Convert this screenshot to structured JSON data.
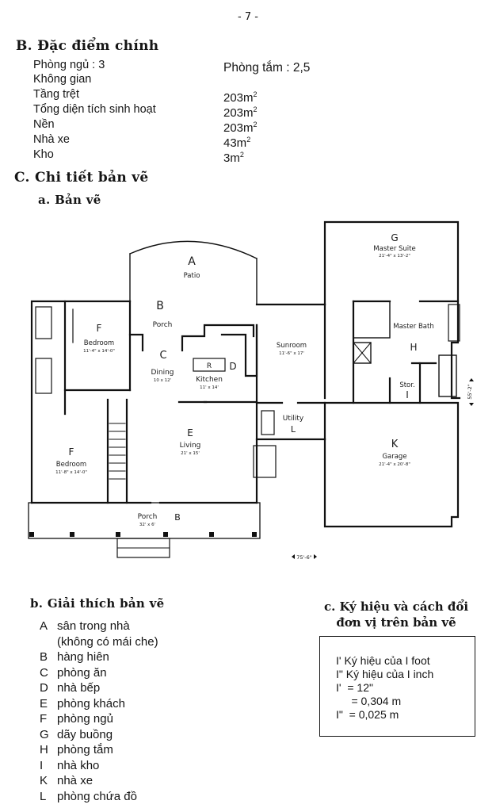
{
  "page_number": "- 7 -",
  "section_b": {
    "title": "B. Đặc điểm chính",
    "bedrooms": "Phòng ngủ : 3",
    "bathrooms": "Phòng tắm : 2,5",
    "space_label": "Không gian",
    "areas": [
      {
        "label": "Tầng trệt",
        "value": "203m",
        "unit_exp": "2"
      },
      {
        "label": "Tổng diện tích sinh hoạt",
        "value": "203m",
        "unit_exp": "2"
      },
      {
        "label": "Nền",
        "value": "203m",
        "unit_exp": "2"
      },
      {
        "label": "Nhà xe",
        "value": "43m",
        "unit_exp": "2"
      },
      {
        "label": "Kho",
        "value": "3m",
        "unit_exp": "2"
      }
    ]
  },
  "section_c": {
    "title": "C. Chi tiết bản vẽ",
    "sub_a": "a. Bản vẽ",
    "floor_plan": {
      "rooms": [
        {
          "letter": "A",
          "name": "Patio",
          "dims": ""
        },
        {
          "letter": "B",
          "name": "Porch",
          "dims": ""
        },
        {
          "letter": "F",
          "name": "Bedroom",
          "dims": "11'-4\" x 14'-0\""
        },
        {
          "letter": "C",
          "name": "Dining",
          "dims": "10 x 12'"
        },
        {
          "letter": "D",
          "name": "Kitchen",
          "dims": "11' x 14'"
        },
        {
          "letter": "",
          "name": "Sunroom",
          "dims": "11'-6\" x 17'"
        },
        {
          "letter": "G",
          "name": "Master Suite",
          "dims": "21'-4\" x 13'-2\""
        },
        {
          "letter": "H",
          "name": "Master Bath",
          "dims": ""
        },
        {
          "letter": "I",
          "name": "Stor.",
          "dims": ""
        },
        {
          "letter": "L",
          "name": "Utility",
          "dims": ""
        },
        {
          "letter": "E",
          "name": "Living",
          "dims": "21' x 15'"
        },
        {
          "letter": "F",
          "name": "Bedroom",
          "dims": "11'-8\" x 14'-0\""
        },
        {
          "letter": "K",
          "name": "Garage",
          "dims": "21'-4\" x 20'-8\""
        },
        {
          "letter": "B",
          "name": "Porch",
          "dims": "32' x 6'"
        }
      ],
      "range_label": "R",
      "width_dim": "75'-6\"",
      "depth_dim": "55'-2\""
    },
    "sub_b": {
      "title": "b. Giải thích bản vẽ",
      "items": [
        {
          "key": "A",
          "text": "sân trong nhà"
        },
        {
          "key": "",
          "text": "(không có mái che)"
        },
        {
          "key": "B",
          "text": "hàng hiên"
        },
        {
          "key": "C",
          "text": "phòng ăn"
        },
        {
          "key": "D",
          "text": "nhà bếp"
        },
        {
          "key": "E",
          "text": "phòng khách"
        },
        {
          "key": "F",
          "text": "phòng ngủ"
        },
        {
          "key": "G",
          "text": "dãy buồng"
        },
        {
          "key": "H",
          "text": "phòng tắm"
        },
        {
          "key": "I",
          "text": "nhà kho"
        },
        {
          "key": "K",
          "text": "nhà xe"
        },
        {
          "key": "L",
          "text": "phòng chứa đồ"
        }
      ]
    },
    "sub_c": {
      "title_line1": "c. Ký hiệu và cách đổi",
      "title_line2": "đơn vị trên bản vẽ",
      "lines": [
        "I' Ký hiệu của I foot",
        "I\" Ký hiệu của I inch",
        "I'  = 12\"",
        "     = 0,304 m",
        "I\"  = 0,025 m"
      ]
    }
  }
}
